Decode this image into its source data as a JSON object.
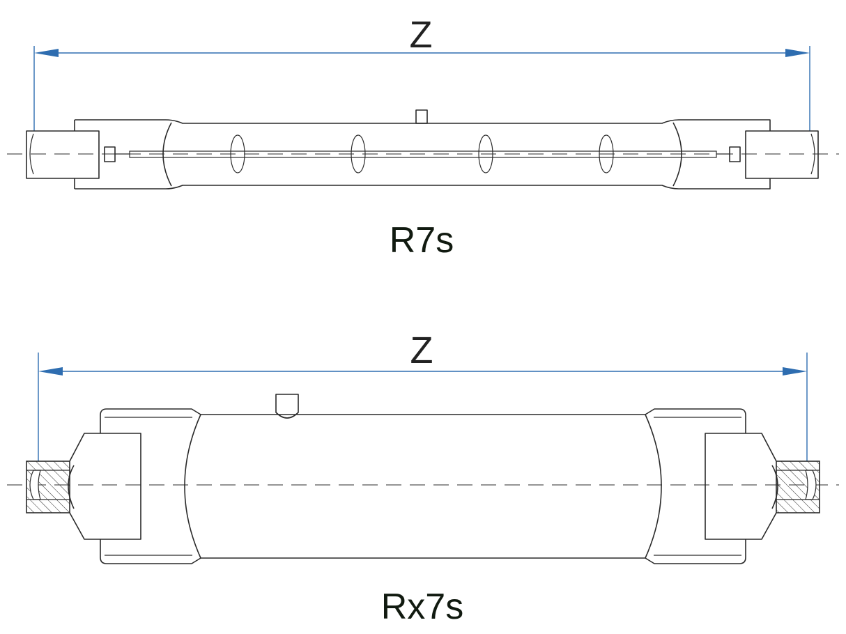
{
  "diagram": {
    "top": {
      "dimension_label": "Z",
      "caption": "R7s"
    },
    "bottom": {
      "dimension_label": "Z",
      "caption": "Rx7s"
    },
    "colors": {
      "dimension_line": "#2e6db0",
      "outline": "#2a2a2a",
      "caption_text": "#111a10"
    }
  }
}
